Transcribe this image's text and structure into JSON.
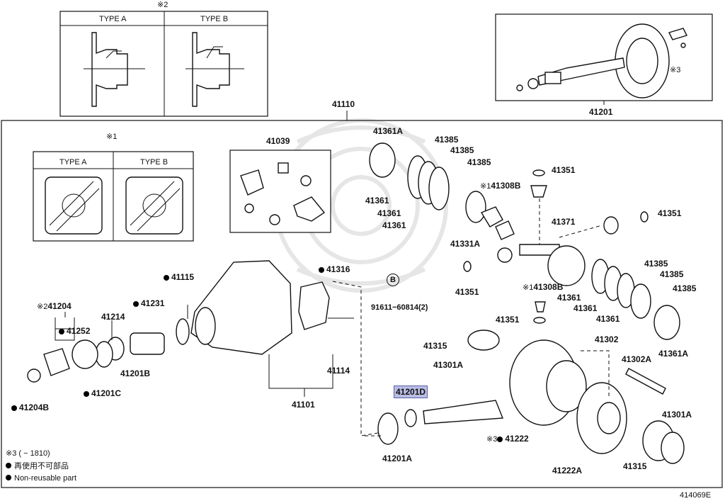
{
  "diagram_id": "414069E",
  "type_labels": {
    "a": "TYPE A",
    "b": "TYPE B"
  },
  "mark_1": "※1",
  "mark_2": "※2",
  "mark_3": "※3",
  "labels": {
    "p41110": "41110",
    "p41201": "41201",
    "p41039": "41039",
    "p41361A_top": "41361A",
    "p41385_1": "41385",
    "p41385_2": "41385",
    "p41385_3": "41385",
    "p41361_1": "41361",
    "p41361_2": "41361",
    "p41361_3": "41361",
    "p41308B_top": "41308B",
    "p41351_1": "41351",
    "p41351_2": "41351",
    "p41351_3": "41351",
    "p41351_4": "41351",
    "p41371": "41371",
    "p41331A": "41331A",
    "p41385_4": "41385",
    "p41385_5": "41385",
    "p41385_6": "41385",
    "p41308B_mid": "41308B",
    "p41361_4": "41361",
    "p41361_5": "41361",
    "p41361_6": "41361",
    "p41361A_right": "41361A",
    "p41302": "41302",
    "p41302A": "41302A",
    "p41301A_right": "41301A",
    "p41315_right": "41315",
    "p41222": "41222",
    "p41222A": "41222A",
    "p41315_left": "41315",
    "p41301A_left": "41301A",
    "p41201D": "41201D",
    "p41201A": "41201A",
    "bolt_code": "B",
    "p91611": "91611−60814(2)",
    "p41316": "41316",
    "p41115": "41115",
    "p41231": "41231",
    "p41214": "41214",
    "p41204": "41204",
    "p41252": "41252",
    "p41201B": "41201B",
    "p41201C": "41201C",
    "p41204B": "41204B",
    "p41114": "41114",
    "p41101": "41101"
  },
  "legend": {
    "mark3_note": "※3 (      − 1810)",
    "reuse_jp": "再使用不可部品",
    "reuse_en": "Non-reusable part"
  }
}
